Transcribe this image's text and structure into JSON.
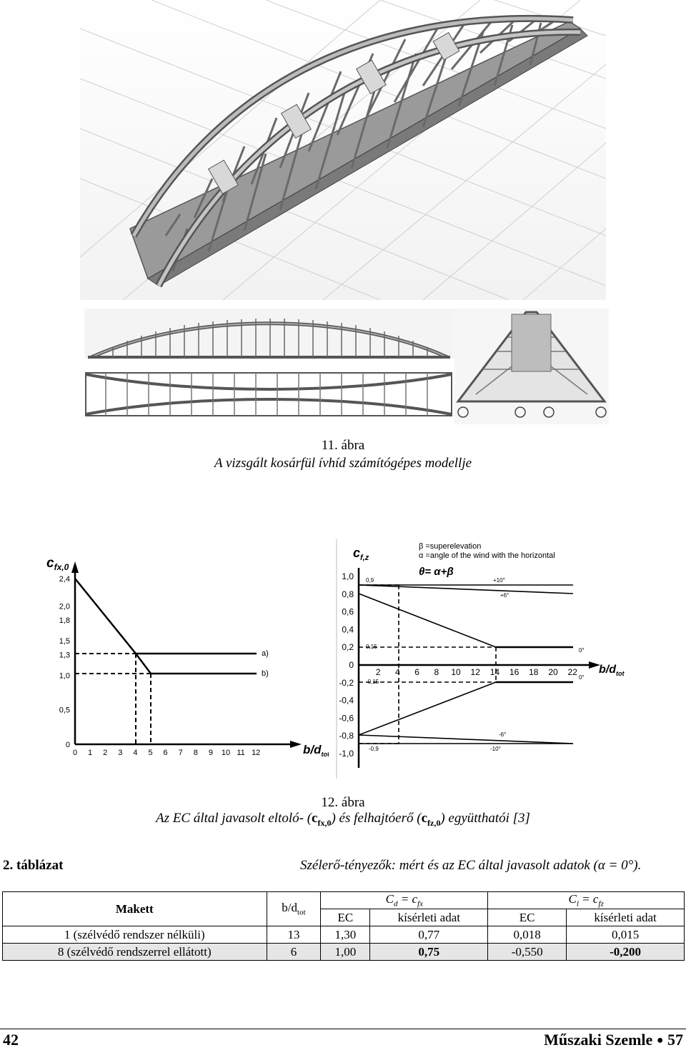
{
  "figure11": {
    "caption_number": "11. ábra",
    "caption_text": "A vizsgált kosárfül ívhíd számítógépes modellje"
  },
  "chart_left": {
    "ylabel_main": "c",
    "ylabel_sub": "fx,0",
    "xlabel_main": "b/d",
    "xlabel_sub": "tot",
    "y_ticks": [
      "2,4",
      "2,0",
      "1,8",
      "1,5",
      "1,3",
      "1,0",
      "0,5",
      "0"
    ],
    "x_ticks": [
      "0",
      "1",
      "2",
      "3",
      "4",
      "5",
      "6",
      "7",
      "8",
      "9",
      "10",
      "11",
      "12"
    ],
    "label_a": "a)",
    "label_b": "b)"
  },
  "chart_right": {
    "ylabel_main": "c",
    "ylabel_sub": "f,z",
    "legend_beta": "β =superelevation",
    "legend_alpha": "α =angle of the wind with the horizontal",
    "formula": "θ= α+β",
    "xlabel_main": "b/d",
    "xlabel_sub": "tot",
    "y_ticks": [
      "1,0",
      "0,8",
      "0,6",
      "0,4",
      "0,2",
      "0",
      "-0,2",
      "-0,4",
      "-0,6",
      "-0,8",
      "-1,0"
    ],
    "x_ticks": [
      "2",
      "4",
      "6",
      "8",
      "10",
      "12",
      "14",
      "16",
      "18",
      "20",
      "22"
    ],
    "ann_09": "0,9",
    "ann_015": "0,15",
    "ann_m015": "-0,15",
    "ann_m09": "-0,9",
    "ann_p10": "+10°",
    "ann_p6": "+6°",
    "ann_0a": "0°",
    "ann_0b": "0°",
    "ann_m6": "-6°",
    "ann_m10": "-10°"
  },
  "figure12": {
    "caption_number": "12. ábra",
    "caption_pre": "Az EC által javasolt eltoló- (",
    "cfx": "c",
    "cfx_sub": "fx,0",
    "caption_mid": ") és felhajtóerő (",
    "cfz": "c",
    "cfz_sub": "fz,0",
    "caption_post": ") együtthatói [3]"
  },
  "table2": {
    "label": "2. táblázat",
    "title": "Szélerő-tényezők: mért és az EC által javasolt adatok (α = 0°).",
    "col_makett": "Makett",
    "col_bd": "b/d",
    "col_bd_sub": "tot",
    "col_cd": "C",
    "col_cd_sub": "d",
    "col_cd_eq": " = c",
    "col_cd_eq_sub": "fx",
    "col_cl": "C",
    "col_cl_sub": "l",
    "col_cl_eq": " = c",
    "col_cl_eq_sub": "fz",
    "sub_ec1": "EC",
    "sub_exp1": "kísérleti adat",
    "sub_ec2": "EC",
    "sub_exp2": "kísérleti adat",
    "rows": [
      [
        "1 (szélvédő rendszer nélküli)",
        "13",
        "1,30",
        "0,77",
        "0,018",
        "0,015"
      ],
      [
        "8 (szélvédő rendszerrel ellátott)",
        "6",
        "1,00",
        "0,75",
        "-0,550",
        "-0,200"
      ]
    ]
  },
  "footer": {
    "page_left": "42",
    "journal": "Műszaki Szemle",
    "bullet": "●",
    "page_right": "57"
  }
}
